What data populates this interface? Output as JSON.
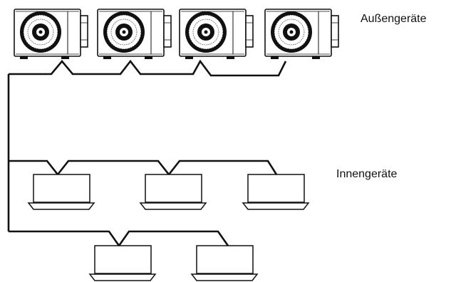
{
  "labels": {
    "outdoor_units": "Außengeräte",
    "indoor_units": "Innengeräte"
  },
  "outdoor_unit_count": 4,
  "indoor_unit_count": 5,
  "colors": {
    "line": "#111111",
    "background": "#ffffff",
    "label": "#111111"
  },
  "icons": {
    "outdoor_unit": "outdoor-unit-fan-icon",
    "indoor_unit": "ceiling-cassette-icon"
  }
}
